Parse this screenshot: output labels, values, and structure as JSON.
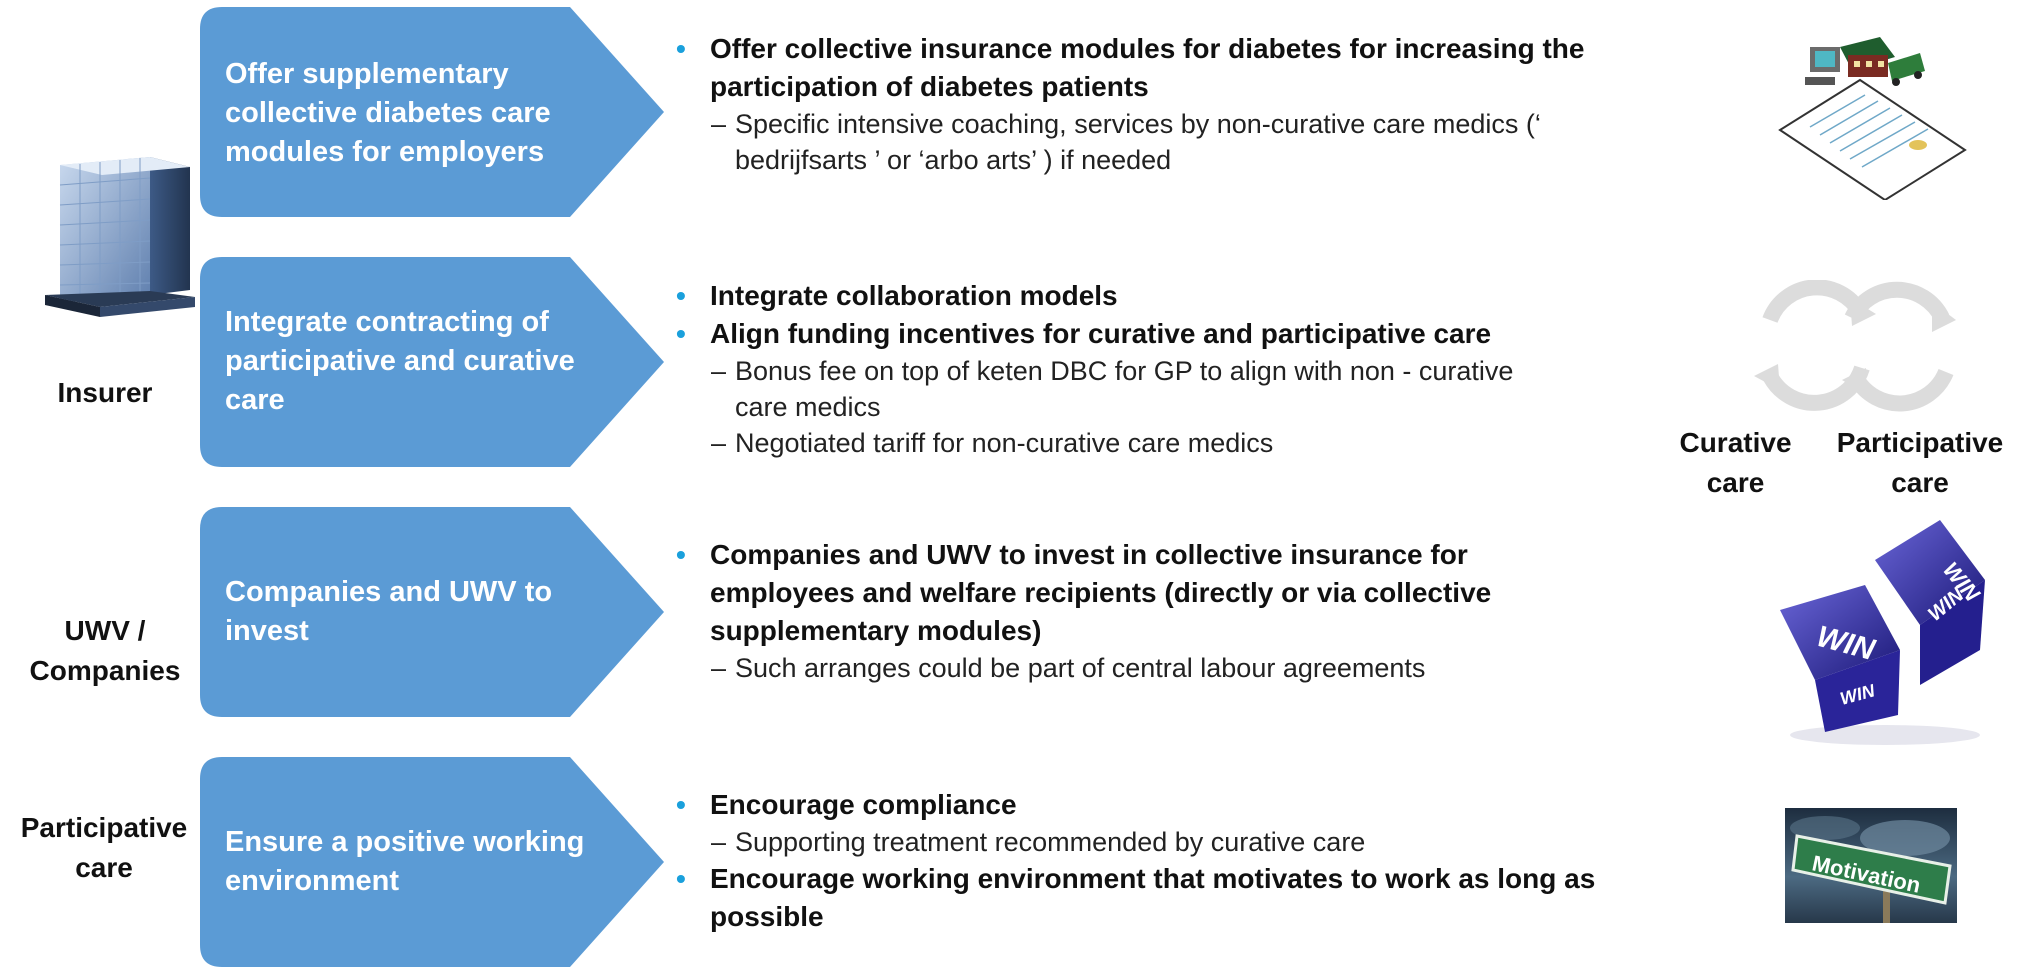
{
  "side_labels": {
    "insurer": "Insurer",
    "uwv_line1": "UWV /",
    "uwv_line2": "Companies",
    "participative_line1": "Participative",
    "participative_line2": "care"
  },
  "rows": [
    {
      "chevron_text": "Offer supplementary collective diabetes care modules for employers",
      "bullets": [
        {
          "text": "Offer collective insurance modules for diabetes  for increasing  the participation of diabetes patients",
          "subs": [
            "Specific intensive coaching, services by non-curative care medics (‘ bedrijfsarts ’ or ‘arbo arts’ ) if needed"
          ]
        }
      ]
    },
    {
      "chevron_text": "Integrate contracting of participative and curative care",
      "bullets": [
        {
          "text": "Integrate collaboration models",
          "subs": []
        },
        {
          "text": "Align funding incentives for curative and participative care",
          "subs": [
            "Bonus fee on top of  keten DBC for GP to align with non - curative care medics",
            "Negotiated tariff for non-curative care medics"
          ]
        }
      ]
    },
    {
      "chevron_text": "Companies and UWV to invest",
      "bullets": [
        {
          "text": "Companies and UWV to invest in collective insurance for employees and welfare recipients (directly or via collective supplementary modules)",
          "subs": [
            "Such arranges could be part of central labour agreements"
          ]
        }
      ]
    },
    {
      "chevron_text": "Ensure a positive working environment",
      "bullets": [
        {
          "text": "Encourage compliance",
          "subs": [
            "Supporting treatment recommended by curative care"
          ]
        },
        {
          "text": "Encourage working environment that motivates to work as long as possible",
          "subs": []
        }
      ]
    }
  ],
  "cycle_captions": {
    "curative_line1": "Curative",
    "curative_line2": "care",
    "participative_line1": "Participative",
    "participative_line2": "care"
  },
  "dice_words": [
    "WIN",
    "WIN",
    "WIN",
    "WIN"
  ],
  "sign_word": "Motivation",
  "colors": {
    "chevron": "#5b9bd5",
    "bullet": "#1aa0dc",
    "sign": "#2e7d4a"
  }
}
